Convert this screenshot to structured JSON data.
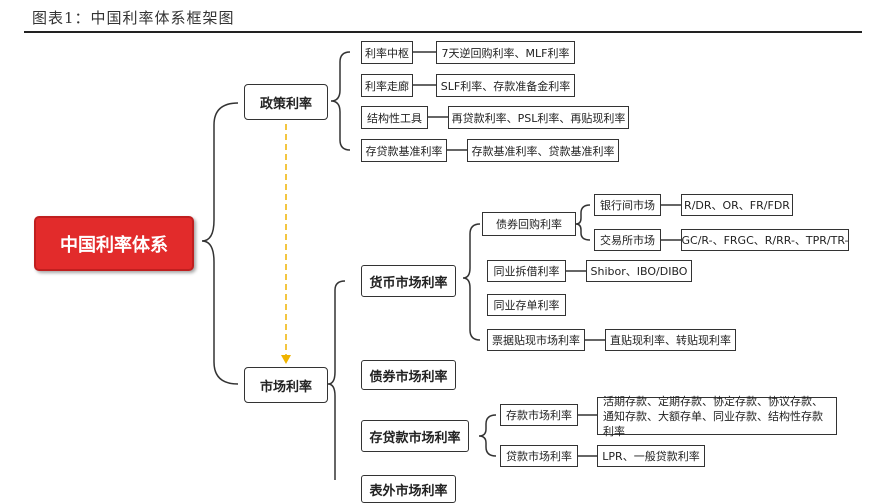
{
  "figure": {
    "title": "图表1：中国利率体系框架图"
  },
  "root": {
    "label": "中国利率体系"
  },
  "policy_rate": {
    "label": "政策利率",
    "items": [
      {
        "label": "利率中枢",
        "detail": "7天逆回购利率、MLF利率"
      },
      {
        "label": "利率走廊",
        "detail": "SLF利率、存款准备金利率"
      },
      {
        "label": "结构性工具",
        "detail": "再贷款利率、PSL利率、再贴现利率"
      },
      {
        "label": "存贷款基准利率",
        "detail": "存款基准利率、贷款基准利率"
      }
    ]
  },
  "market_rate": {
    "label": "市场利率",
    "money_market": {
      "label": "货币市场利率",
      "repo": {
        "label": "债券回购利率",
        "interbank": {
          "label": "银行间市场",
          "detail": "R/DR、OR、FR/FDR"
        },
        "exchange": {
          "label": "交易所市场",
          "detail": "GC/R-、FRGC、R/RR-、TPR/TR-"
        }
      },
      "lending": {
        "label": "同业拆借利率",
        "detail": "Shibor、IBO/DIBO"
      },
      "cd": {
        "label": "同业存单利率"
      },
      "discount": {
        "label": "票据贴现市场利率",
        "detail": "直贴现利率、转贴现利率"
      }
    },
    "bond_market": {
      "label": "债券市场利率"
    },
    "deposit_loan_market": {
      "label": "存贷款市场利率",
      "deposit": {
        "label": "存款市场利率",
        "detail": "活期存款、定期存款、协定存款、协议存款、通知存款、大额存单、同业存款、结构性存款利率"
      },
      "loan": {
        "label": "贷款市场利率",
        "detail": "LPR、一般贷款利率"
      }
    },
    "off_balance": {
      "label": "表外市场利率"
    }
  },
  "colors": {
    "root_fill": "#e22b2b",
    "arrow": "#f0b400",
    "line": "#333333"
  }
}
